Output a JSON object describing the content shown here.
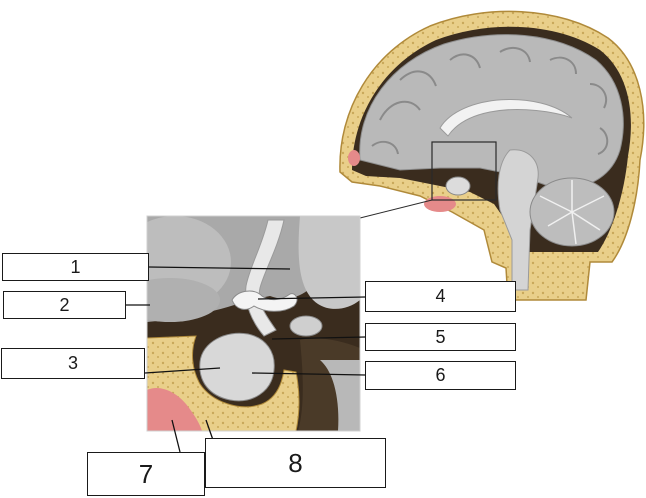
{
  "labels": [
    {
      "id": "1",
      "text": "1"
    },
    {
      "id": "2",
      "text": "2"
    },
    {
      "id": "3",
      "text": "3"
    },
    {
      "id": "4",
      "text": "4"
    },
    {
      "id": "5",
      "text": "5"
    },
    {
      "id": "6",
      "text": "6"
    },
    {
      "id": "7",
      "text": "7"
    },
    {
      "id": "8",
      "text": "8"
    }
  ],
  "colors": {
    "skull_bone": "#e9cf8a",
    "brain_tissue": "#b9b9b9",
    "brain_light": "#dcdcdc",
    "ventricle": "#f2f2f2",
    "dark_space": "#3a2c1e",
    "sinus_pink": "#e58a8a",
    "outline": "#1a1a1a"
  }
}
